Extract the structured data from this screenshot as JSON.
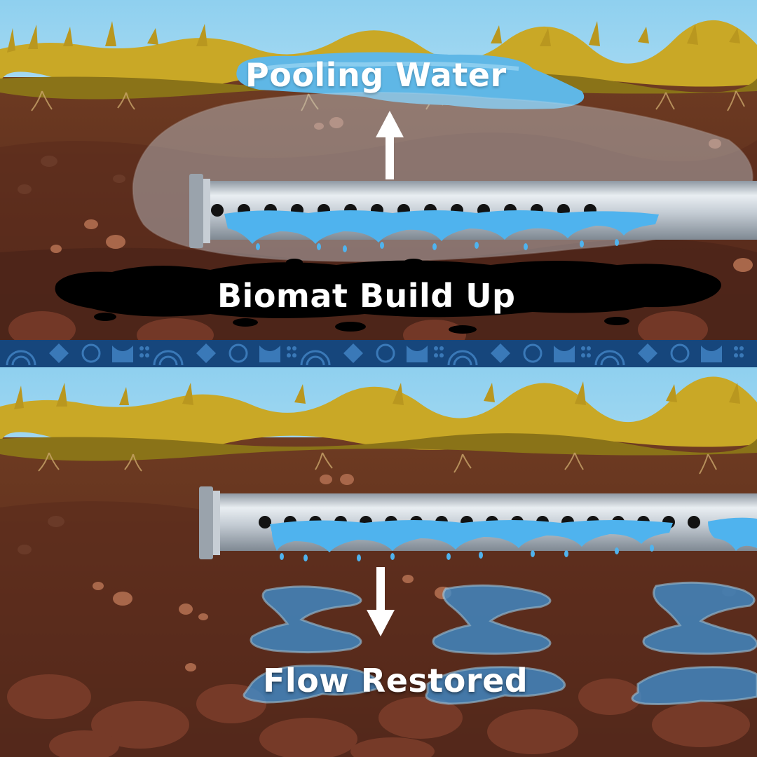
{
  "labels": {
    "top": "Pooling Water",
    "middle": "Biomat Build Up",
    "bottom": "Flow Restored"
  },
  "colors": {
    "sky": "#a9dcf0",
    "grass": "#c9a826",
    "soil_top": "#6b3a22",
    "soil_deep": "#4a2419",
    "pipe": "#bfc7cf",
    "water": "#5ab8ec",
    "biomat": "#000000",
    "divider": "#1c4f8a"
  },
  "icons": {
    "up_arrow": "arrow-up-icon",
    "down_arrow": "arrow-down-icon"
  }
}
